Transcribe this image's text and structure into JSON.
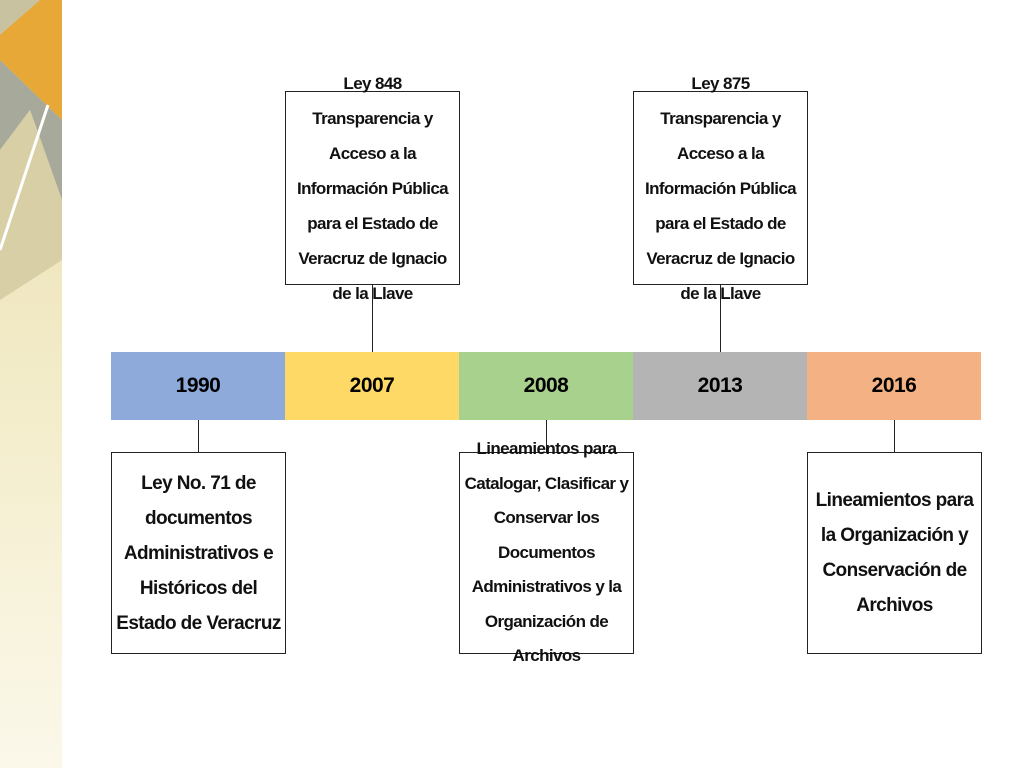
{
  "colors": {
    "y1990": "#8eaadb",
    "y2007": "#ffd966",
    "y2008": "#a9d18e",
    "y2013": "#b4b4b4",
    "y2016": "#f4b183",
    "accent_orange": "#e8a838",
    "strip_gray": "#a7aa9a",
    "strip_cream": "#f3ecc9"
  },
  "timeline": {
    "years": [
      "1990",
      "2007",
      "2008",
      "2013",
      "2016"
    ]
  },
  "events": {
    "top_2007": "Ley 848 Transparencia y Acceso a la Información Pública para el Estado de Veracruz de Ignacio de la Llave",
    "top_2013": "Ley 875 Transparencia y Acceso a la Información Pública para el Estado de Veracruz de Ignacio de la Llave",
    "bottom_1990": "Ley No. 71 de documentos Administrativos e Históricos del Estado de Veracruz",
    "bottom_2008": "Lineamientos para Catalogar, Clasificar y Conservar los Documentos Administrativos y la Organización de Archivos",
    "bottom_2016": "Lineamientos para la Organización y Conservación de Archivos"
  }
}
